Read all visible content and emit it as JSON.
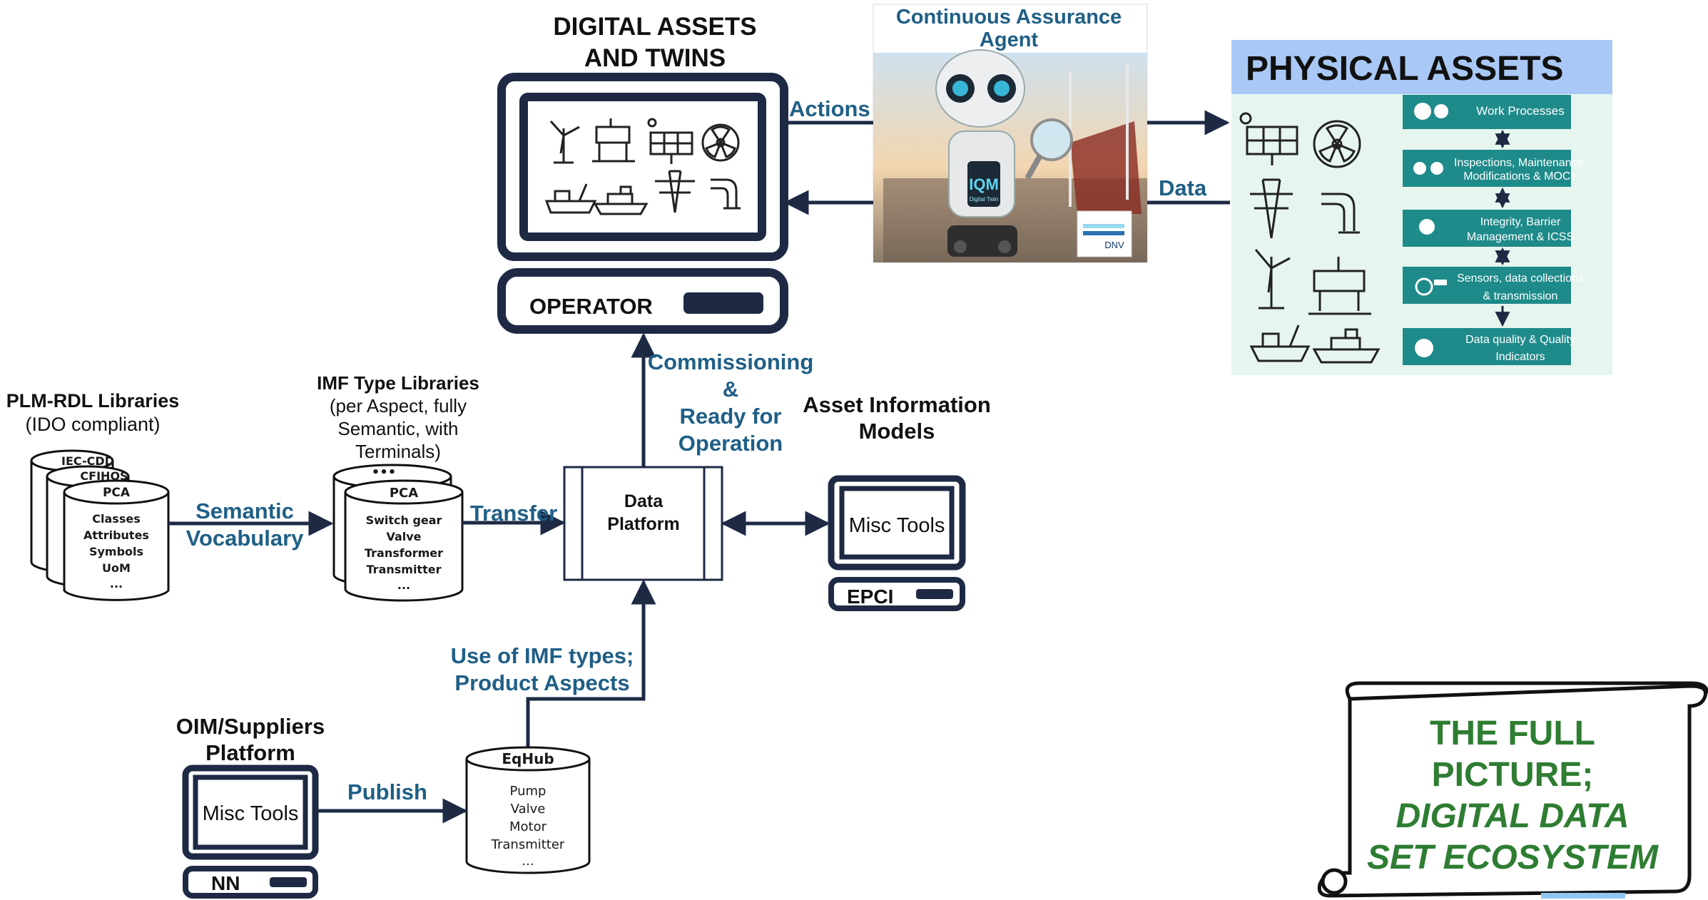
{
  "digital_assets": {
    "title_line1": "DIGITAL ASSETS",
    "title_line2": "AND TWINS",
    "operator_label": "OPERATOR"
  },
  "agent": {
    "title_line1": "Continuous Assurance",
    "title_line2": "Agent",
    "badge_text": "IQM",
    "badge_sub": "Digital Twin",
    "logo_text": "DNV"
  },
  "physical": {
    "title": "PHYSICAL ASSETS",
    "steps": [
      {
        "line1": "Work Processes",
        "line2": ""
      },
      {
        "line1": "Inspections, Maintenance,",
        "line2": "Modifications & MOC+"
      },
      {
        "line1": "Integrity, Barrier",
        "line2": "Management & ICSS"
      },
      {
        "line1": "Sensors, data collections",
        "line2": "& transmission"
      },
      {
        "line1": "Data quality & Quality",
        "line2": "Indicators"
      }
    ]
  },
  "arrows": {
    "actions": "Actions",
    "data": "Data",
    "commissioning": [
      "Commissioning",
      "&",
      "Ready for",
      "Operation"
    ],
    "semantic": [
      "Semantic",
      "Vocabulary"
    ],
    "transfer": "Transfer",
    "use_of_imf": [
      "Use of IMF types;",
      "Product Aspects"
    ],
    "publish": "Publish"
  },
  "plm": {
    "title": "PLM-RDL Libraries",
    "subtitle": "(IDO compliant)",
    "cyl_back": "IEC-CDD",
    "cyl_mid": "CFIHOS",
    "cyl_front": "PCA",
    "items": [
      "Classes",
      "Attributes",
      "Symbols",
      "UoM",
      "..."
    ]
  },
  "imf": {
    "title": "IMF Type Libraries",
    "subtitle": [
      "(per Aspect, fully",
      "Semantic, with",
      "Terminals)"
    ],
    "cyl_back": "•••",
    "cyl_front": "PCA",
    "items": [
      "Switch gear",
      "Valve",
      "Transformer",
      "Transmitter",
      "..."
    ]
  },
  "data_platform": {
    "line1": "Data",
    "line2": "Platform"
  },
  "aim": {
    "title_line1": "Asset Information",
    "title_line2": "Models",
    "screen": "Misc Tools",
    "base": "EPCI"
  },
  "oim": {
    "title_line1": "OIM/Suppliers",
    "title_line2": "Platform",
    "screen": "Misc Tools",
    "base": "NN"
  },
  "eqhub": {
    "name": "EqHub",
    "items": [
      "Pump",
      "Valve",
      "Motor",
      "Transmitter",
      "..."
    ]
  },
  "scroll": {
    "line1": "THE FULL",
    "line2": "PICTURE;",
    "line3": "DIGITAL DATA",
    "line4": "SET ECOSYSTEM"
  },
  "colors": {
    "navy": "#1e2a44",
    "label_blue": "#1f5f86",
    "panel_teal": "#1f8a8a",
    "panel_bg": "#e6f5ee",
    "header_blue": "#a9c8f5",
    "scroll_green": "#2e7d32"
  }
}
